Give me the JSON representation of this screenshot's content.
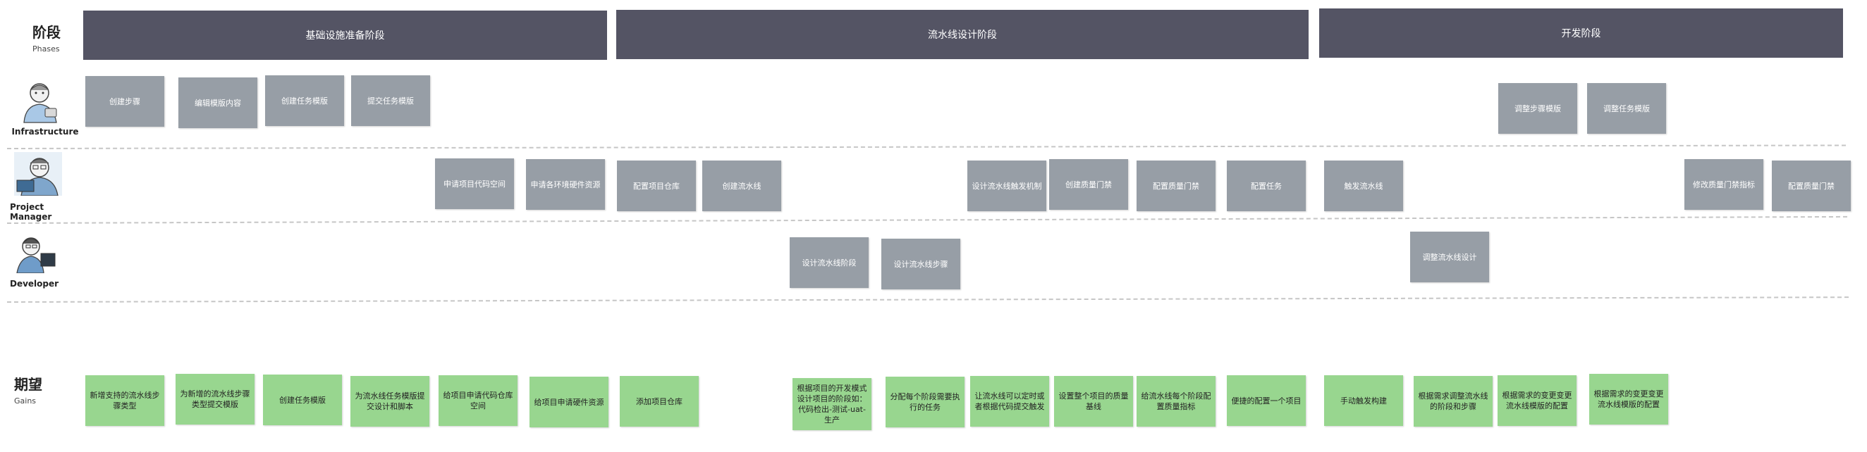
{
  "header": {
    "label_zh": "阶段",
    "label_en": "Phases"
  },
  "phases": [
    {
      "label": "基础设施准备阶段"
    },
    {
      "label": "流水线设计阶段"
    },
    {
      "label": "开发阶段"
    }
  ],
  "roles": [
    {
      "label": "Infrastructure"
    },
    {
      "label": "Project Manager"
    },
    {
      "label": "Developer"
    }
  ],
  "gains_header": {
    "label_zh": "期望",
    "label_en": "Gains"
  },
  "infra_tasks": [
    "创建步骤",
    "编辑模版内容",
    "创建任务模版",
    "提交任务模版",
    "调整步骤模版",
    "调整任务模版"
  ],
  "pm_tasks": [
    "申请项目代码空间",
    "申请各环境硬件资源",
    "配置项目仓库",
    "创建流水线",
    "设计流水线触发机制",
    "创建质量门禁",
    "配置质量门禁",
    "配置任务",
    "触发流水线",
    "修改质量门禁指标",
    "配置质量门禁"
  ],
  "dev_tasks": [
    "设计流水线阶段",
    "设计流水线步骤",
    "调整流水线设计"
  ],
  "gains": [
    "新增支持的流水线步骤类型",
    "为新增的流水线步骤类型提交模版",
    "创建任务模版",
    "为流水线任务模版提交设计和脚本",
    "给项目申请代码仓库空间",
    "给项目申请硬件资源",
    "添加项目仓库",
    "根据项目的开发模式设计项目的阶段如：代码检出-测试-uat-生产",
    "分配每个阶段需要执行的任务",
    "让流水线可以定时或者根据代码提交触发",
    "设置整个项目的质量基线",
    "给流水线每个阶段配置质量指标",
    "便捷的配置一个项目",
    "手动触发构建",
    "根据需求调整流水线的阶段和步骤",
    "根据需求的变更变更流水线模版的配置",
    "根据需求的变更变更流水线模版的配置"
  ],
  "colors": {
    "phase": "#545464",
    "task": "#979ea6",
    "gain": "#98d68f",
    "separator": "#c6c6c6"
  },
  "icons": [
    "infrastructure-person-icon",
    "project-manager-person-icon",
    "developer-person-icon"
  ]
}
